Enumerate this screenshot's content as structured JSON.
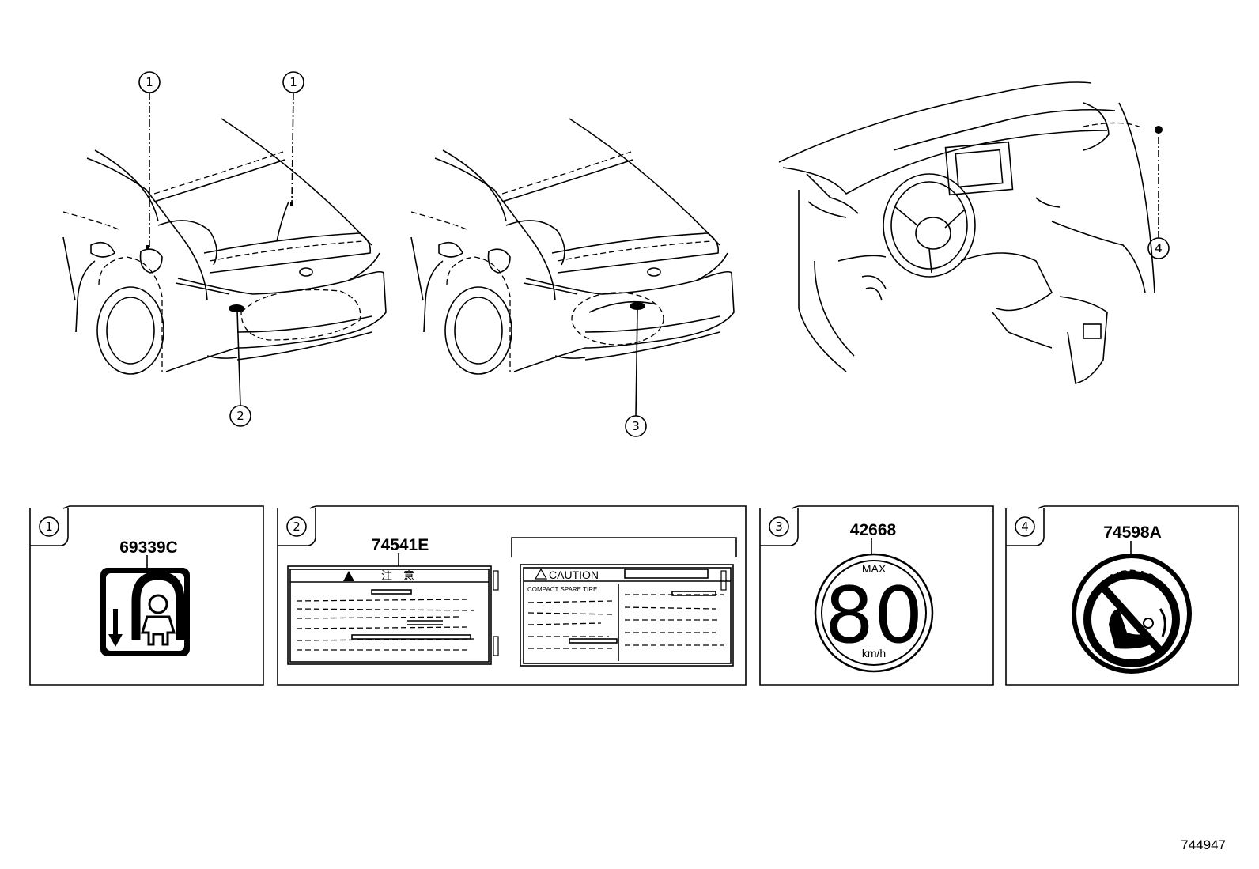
{
  "callouts": {
    "one": "1",
    "two": "2",
    "three": "3",
    "four": "4"
  },
  "panels": [
    {
      "index": "1",
      "part_number": "69339C",
      "icon": "child-lock-icon"
    },
    {
      "index": "2",
      "part_number": "74541E",
      "label_a_heading": "注　意",
      "label_b_heading": "CAUTION",
      "label_b_subtext": "COMPACT SPARE TIRE",
      "icon": "warning-icon"
    },
    {
      "index": "3",
      "part_number": "42668",
      "max_label": "MAX",
      "speed_value": "80",
      "unit_label": "km/h"
    },
    {
      "index": "4",
      "part_number": "74598A",
      "ring_text": "AIRBAG",
      "icon": "no-child-seat-icon"
    }
  ],
  "diagram_id": "744947"
}
